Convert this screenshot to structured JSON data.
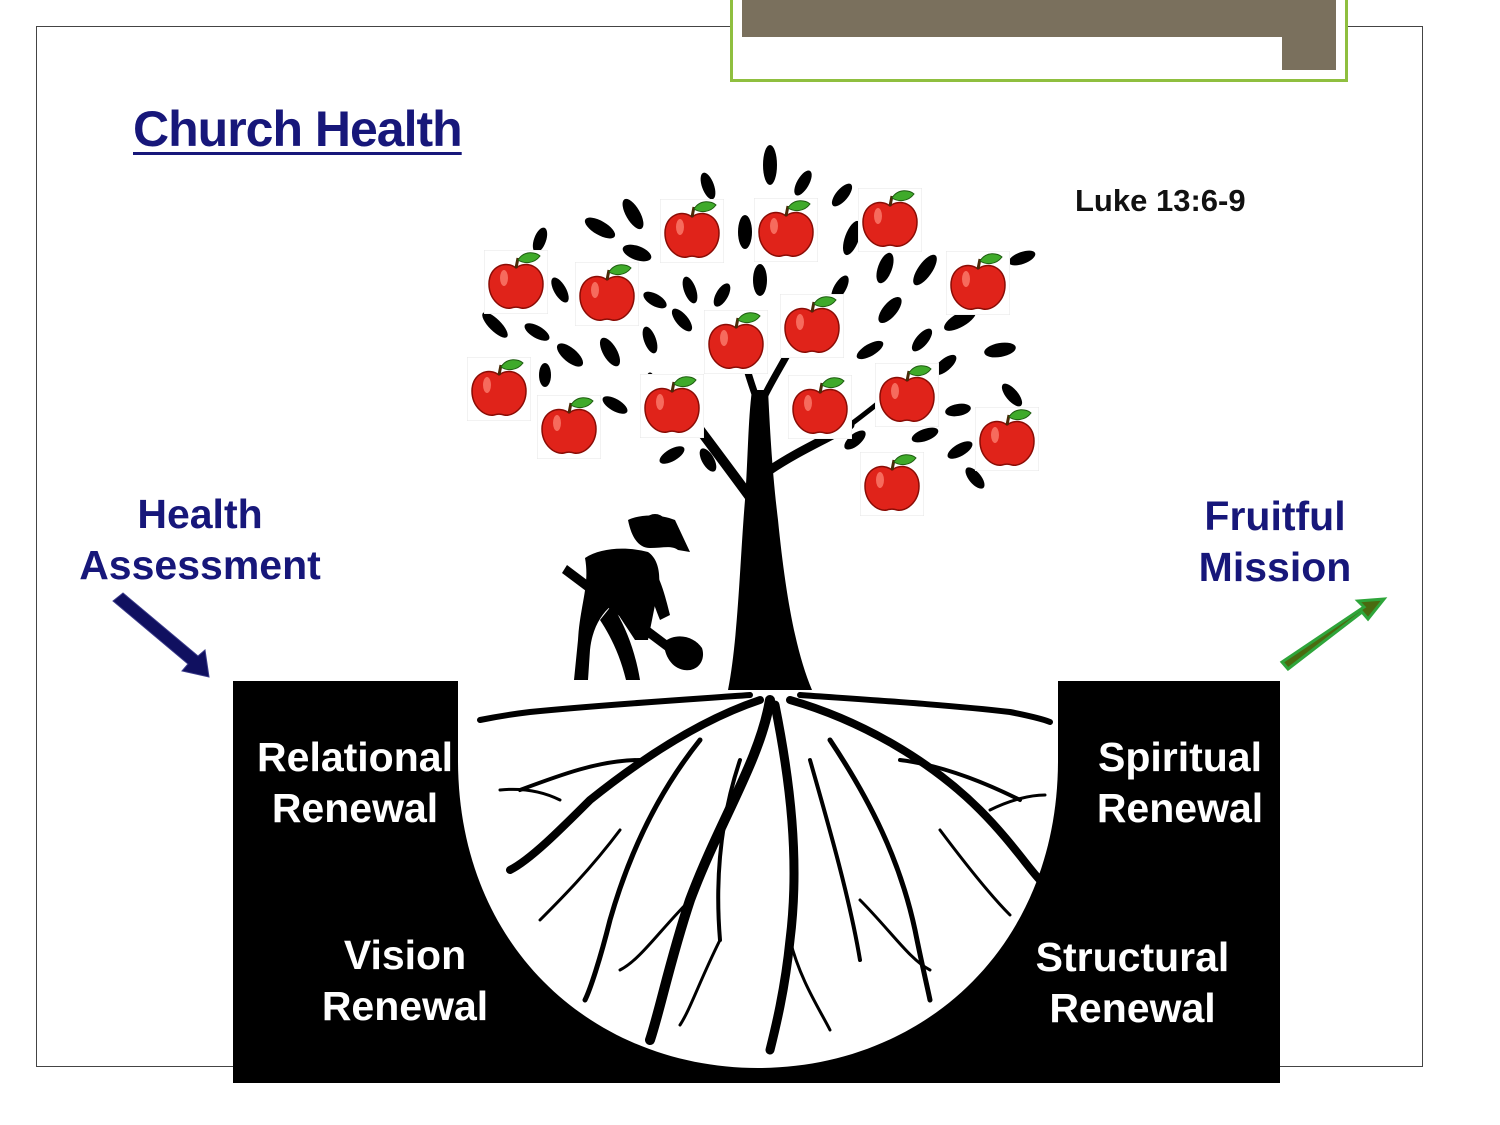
{
  "title": "Church Health",
  "reference": "Luke 13:6-9",
  "left_label": {
    "line1": "Health",
    "line2": "Assessment"
  },
  "right_label": {
    "line1": "Fruitful",
    "line2": "Mission"
  },
  "soil_labels": {
    "relational": {
      "line1": "Relational",
      "line2": "Renewal"
    },
    "spiritual": {
      "line1": "Spiritual",
      "line2": "Renewal"
    },
    "vision": {
      "line1": "Vision",
      "line2": "Renewal"
    },
    "structural": {
      "line1": "Structural",
      "line2": "Renewal"
    }
  },
  "colors": {
    "title_blue": "#17177a",
    "soil": "#000000",
    "apple_red": "#e0231a",
    "leaf_green": "#3faa2a",
    "mission_arrow": "#4a6a10",
    "assessment_arrow": "#101060",
    "accent_bar": "#7a705d",
    "accent_border": "#8fbf3f"
  },
  "icons": [
    "apple-icon",
    "farmer-digging-icon",
    "down-right-arrow-icon",
    "up-right-arrow-icon"
  ]
}
